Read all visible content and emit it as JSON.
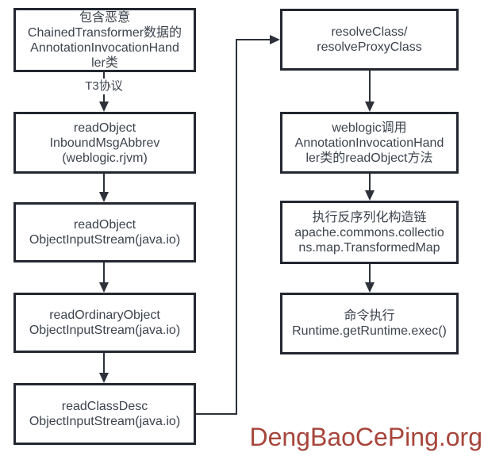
{
  "colors": {
    "background": "#ffffff",
    "box_border": "#23272f",
    "box_text": "#3d434d",
    "arrow": "#2c313a",
    "watermark": "#a7453b"
  },
  "flow": {
    "left_column": [
      {
        "id": "malicious-payload",
        "text": "包含恶意\nChainedTransformer数据的\nAnnotationInvocationHand\nler类"
      },
      {
        "id": "readobject-inboundmsgabbrev",
        "text": "readObject\nInboundMsgAbbrev\n(weblogic.rjvm)"
      },
      {
        "id": "readobject-objectinputstream",
        "text": "readObject\nObjectInputStream(java.io)"
      },
      {
        "id": "readordinaryobject",
        "text": "readOrdinaryObject\nObjectInputStream(java.io)"
      },
      {
        "id": "readclassdesc",
        "text": "readClassDesc\nObjectInputStream(java.io)"
      }
    ],
    "right_column": [
      {
        "id": "resolveclass",
        "text": "resolveClass/\nresolveProxyClass"
      },
      {
        "id": "weblogic-calls-readobject",
        "text": "weblogic调用\nAnnotationInvocationHand\nler类的readObject方法"
      },
      {
        "id": "transformedmap-chain",
        "text": "执行反序列化构造链\napache.commons.collectio\nns.map.TransformedMap"
      },
      {
        "id": "runtime-exec",
        "text": "命令执行\nRuntime.getRuntime.exec()"
      }
    ],
    "edge_label": "T3协议"
  },
  "watermark": {
    "text": "DengBaoCePing.org"
  }
}
